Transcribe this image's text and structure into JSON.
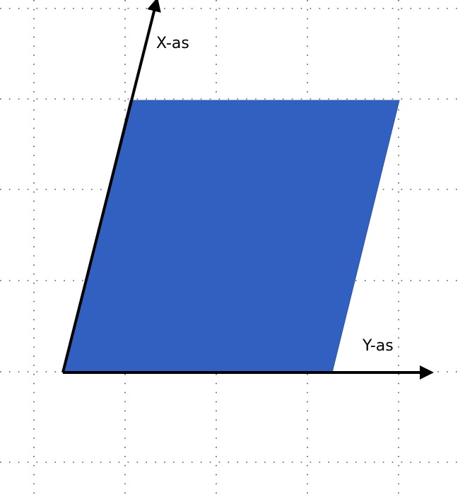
{
  "axes": {
    "x_axis_label": "X-as",
    "y_axis_label": "Y-as"
  },
  "colors": {
    "shape_fill": "#3160C0",
    "shape_stroke": "#2A54A8",
    "axis": "#000000",
    "grid_dots": "#555555",
    "background": "#FFFFFF"
  },
  "shape": {
    "kind": "parallelogram"
  },
  "grid": {
    "style": "dotted",
    "visible": true
  }
}
